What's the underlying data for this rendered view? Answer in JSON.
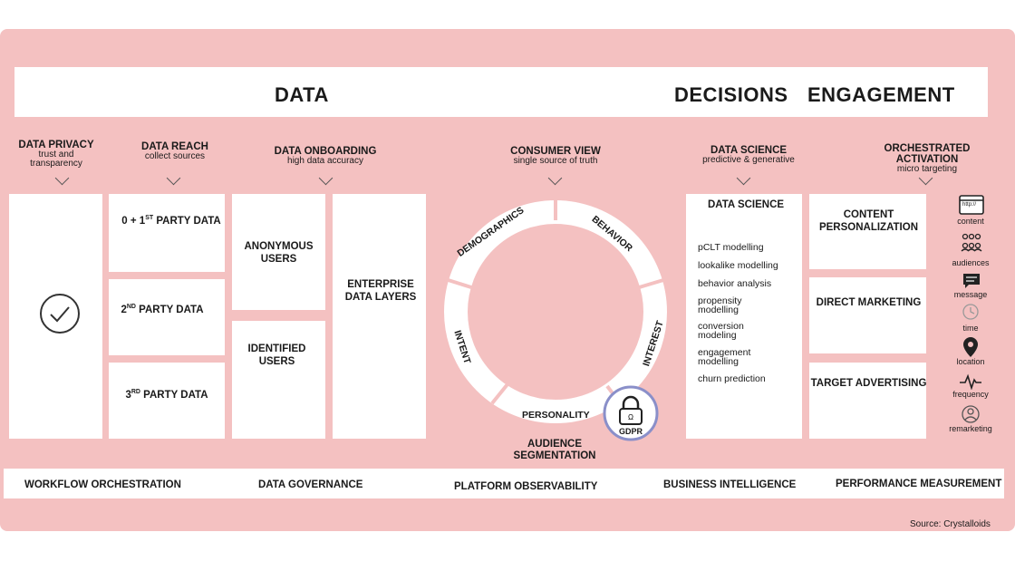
{
  "top_bar": {
    "data": "DATA",
    "decisions": "DECISIONS",
    "engagement": "ENGAGEMENT"
  },
  "headers": [
    {
      "title": "DATA PRIVACY",
      "subtitle": "trust and transparency"
    },
    {
      "title": "DATA REACH",
      "subtitle": "collect sources"
    },
    {
      "title": "DATA ONBOARDING",
      "subtitle": "high data accuracy"
    },
    {
      "title": "CONSUMER VIEW",
      "subtitle": "single source of truth"
    },
    {
      "title": "DATA SCIENCE",
      "subtitle": "predictive & generative"
    },
    {
      "title": "ORCHESTRATED ACTIVATION",
      "subtitle": "micro targeting"
    }
  ],
  "data_reach": {
    "first": {
      "pre": "0 + 1",
      "sup": "ST",
      "post": " PARTY DATA"
    },
    "second": {
      "pre": "2",
      "sup": "ND",
      "post": " PARTY DATA"
    },
    "third": {
      "pre": "3",
      "sup": "RD",
      "post": " PARTY DATA"
    }
  },
  "onboarding": {
    "anonymous": "ANONYMOUS USERS",
    "identified": "IDENTIFIED USERS",
    "enterprise": "ENTERPRISE DATA LAYERS"
  },
  "consumer_view": {
    "segments": [
      "DEMOGRAPHICS",
      "BEHAVIOR",
      "INTEREST",
      "PERSONALITY",
      "INTENT"
    ],
    "gdpr": "GDPR",
    "caption": "AUDIENCE SEGMENTATION"
  },
  "data_science": {
    "title": "DATA SCIENCE",
    "items": [
      "pCLT modelling",
      "lookalike modelling",
      "behavior analysis",
      "propensity modelling",
      "conversion modeling",
      "engagement modelling",
      "churn prediction"
    ]
  },
  "activation": {
    "content": "CONTENT PERSONALIZATION",
    "direct": "DIRECT MARKETING",
    "target": "TARGET ADVERTISING"
  },
  "icons": [
    {
      "name": "browser-icon",
      "label": "content",
      "glyph": "http://"
    },
    {
      "name": "audiences-icon",
      "label": "audiences"
    },
    {
      "name": "message-icon",
      "label": "message"
    },
    {
      "name": "clock-icon",
      "label": "time"
    },
    {
      "name": "location-pin-icon",
      "label": "location"
    },
    {
      "name": "pulse-icon",
      "label": "frequency"
    },
    {
      "name": "remarketing-icon",
      "label": "remarketing"
    }
  ],
  "bottom_bar": [
    "WORKFLOW ORCHESTRATION",
    "DATA GOVERNANCE",
    "PLATFORM OBSERVABILITY",
    "BUSINESS INTELLIGENCE",
    "PERFORMANCE MEASUREMENT"
  ],
  "source": "Source: Crystalloids",
  "colors": {
    "background": "#f4c1c1",
    "panel": "#ffffff",
    "gdpr_ring": "#8a8fc9"
  }
}
